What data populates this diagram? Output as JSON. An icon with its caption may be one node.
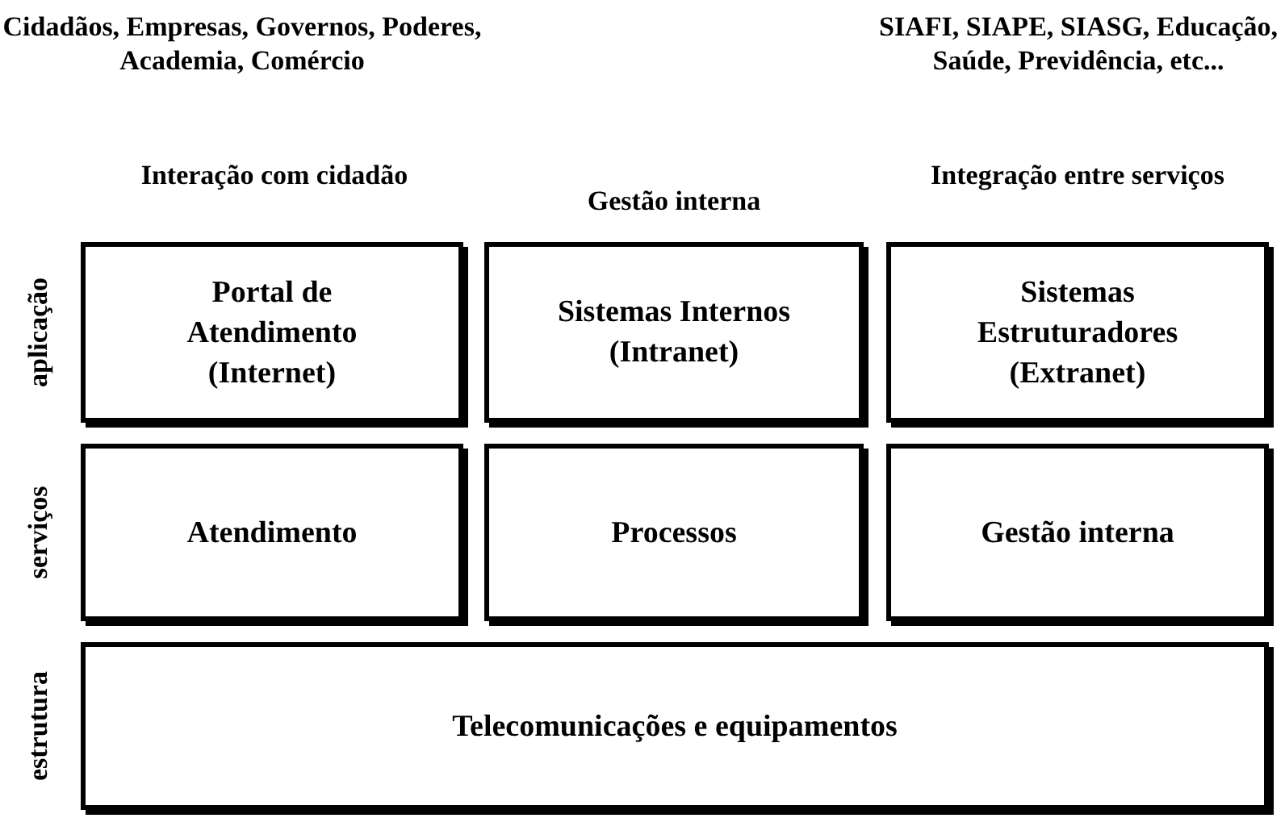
{
  "diagram": {
    "nodes": [
      {
        "text": [
          "Portal de Atendimento (Internet)"
        ]
      },
      {
        "text": [
          "Sistemas Internos (Intranet)"
        ]
      },
      {
        "text": [
          "Sistemas Estruturadores (Extranet)"
        ]
      },
      {
        "text": [
          "Atendimento"
        ]
      },
      {
        "text": [
          "Processos"
        ]
      },
      {
        "text": [
          "Gestão interna"
        ]
      },
      {
        "text": [
          "Telecomunicações e equipamentos"
        ]
      }
    ],
    "labels": [
      "Cidadãos, Empresas, Governos, Poderes, Academia, Comércio",
      "SIAFI, SIAPE, SIASG, Educação, Saúde, Previdência, etc...",
      "Interação com cidadão",
      "Gestão interna",
      "Integração entre serviços",
      "aplicação",
      "serviços",
      "estrutura"
    ]
  }
}
